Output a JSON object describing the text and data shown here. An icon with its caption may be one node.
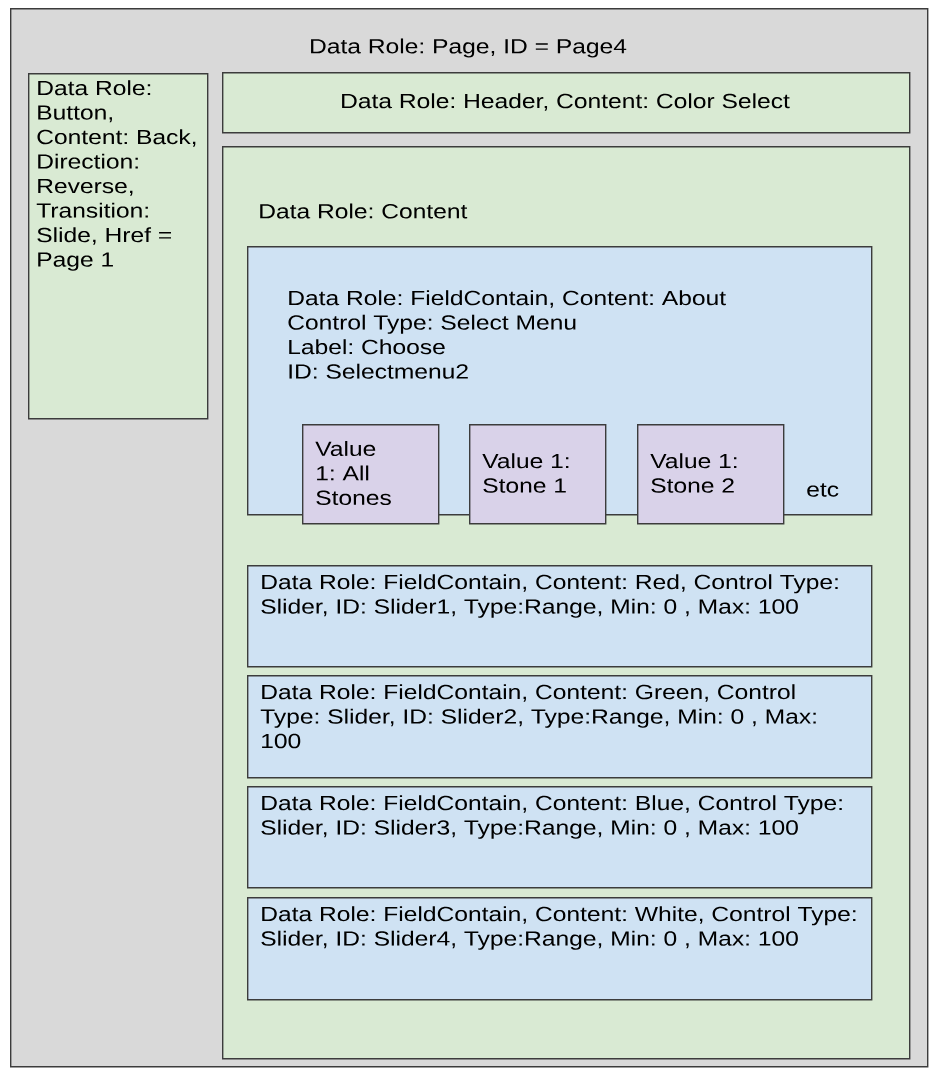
{
  "diagram": {
    "nodes": [
      {
        "text": [
          "Data Role: Page, ID = Page4"
        ]
      },
      {
        "text": [
          "Data Role: Button, Content: Back, Direction: Reverse, Transition: Slide, Href = Page 1"
        ],
        "in": 0
      },
      {
        "text": [
          "Data Role: Header, Content: Color Select"
        ],
        "in": 0
      },
      {
        "text": [
          "Data Role: Content"
        ],
        "in": 0
      },
      {
        "text": [
          "Data Role: FieldContain, Content: About",
          "Control Type: Select Menu",
          "Label: Choose",
          "ID: Selectmenu2",
          "etc"
        ],
        "in": 3
      },
      {
        "text": [
          "Value 1: All Stones"
        ],
        "in": 4
      },
      {
        "text": [
          "Value 1: Stone 1"
        ],
        "in": 4
      },
      {
        "text": [
          "Value 1: Stone 2"
        ],
        "in": 4
      },
      {
        "text": [
          "Data Role: FieldContain, Content: Red, Control Type: Slider, ID: Slider1, Type:Range, Min: 0 , Max: 100"
        ],
        "in": 3
      },
      {
        "text": [
          "Data Role: FieldContain, Content: Green, Control Type: Slider, ID: Slider2, Type:Range, Min: 0 , Max: 100"
        ],
        "in": 3
      },
      {
        "text": [
          "Data Role: FieldContain, Content: Blue, Control Type: Slider, ID: Slider3, Type:Range, Min: 0 , Max: 100"
        ],
        "in": 3
      },
      {
        "text": [
          "Data Role: FieldContain, Content: White, Control Type: Slider, ID: Slider4, Type:Range, Min: 0 , Max: 100"
        ],
        "in": 3
      }
    ]
  }
}
